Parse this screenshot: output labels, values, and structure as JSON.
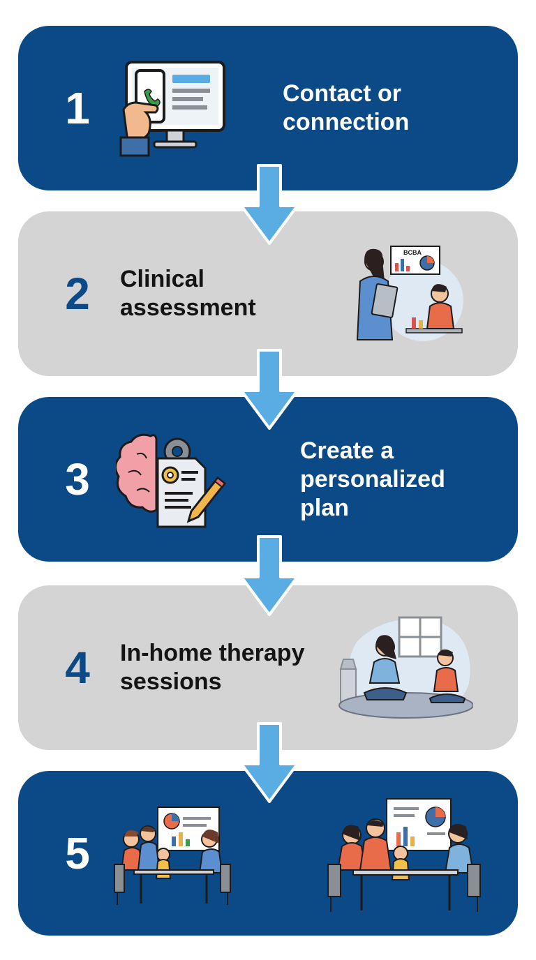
{
  "steps": [
    {
      "number": "1",
      "label": "Contact or\nconnection",
      "icon": "computer-phone-icon"
    },
    {
      "number": "2",
      "label": "Clinical\nassessment",
      "icon": "clinician-assessment-icon",
      "board_text": "BCBA"
    },
    {
      "number": "3",
      "label": "Create a\npersonalized\nplan",
      "icon": "brain-plan-icon"
    },
    {
      "number": "4",
      "label": "In-home therapy\nsessions",
      "icon": "home-therapy-icon"
    },
    {
      "number": "5",
      "label": "",
      "icon": "family-meeting-icon"
    }
  ],
  "colors": {
    "dark_card": "#0b4a87",
    "light_card": "#d4d4d5",
    "arrow": "#5aade3",
    "number_on_light": "#0b4a87"
  }
}
